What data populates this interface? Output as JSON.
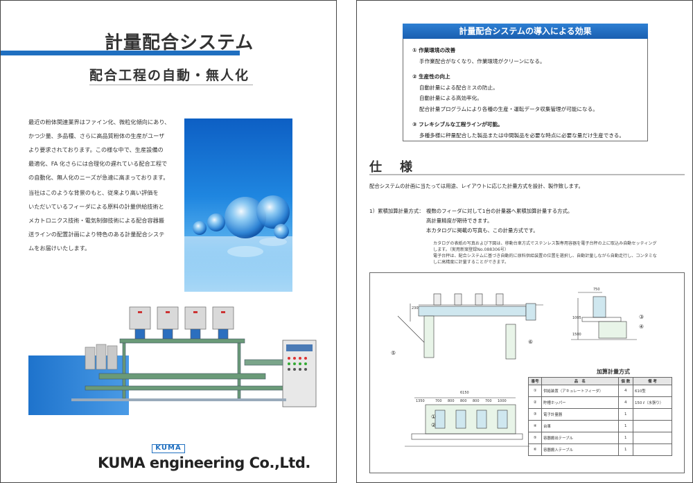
{
  "left_page": {
    "title": "計量配合システム",
    "subtitle": "配合工程の自動・無人化",
    "intro_para1_lines": [
      "最近の粉体関連業界はファイン化、微粒化傾向にあり、",
      "かつ少量、多品種、さらに高品質粉体の生産がユーザ",
      "より要求されております。この様な中で、生産設備の",
      "最適化、FA 化さらには合理化の遅れている配合工程で",
      "の自動化、無人化のニーズが急速に高まっております。"
    ],
    "intro_para2_lines": [
      "当社はこのような背景のもと、従来より高い評価を",
      "いただいているフィーダによる原料の計量供給技術と",
      "メカトロニクス技術・電気制御技術による配合容器搬",
      "送ラインの配置計画により特色のある計量配合システ",
      "ムをお届けいたします。"
    ],
    "logo_mark": "KUMA",
    "logo_full": "KUMA engineering Co.,Ltd."
  },
  "right_page": {
    "effects_title": "計量配合システムの導入による効果",
    "effects": [
      {
        "head": "① 作業環境の改善",
        "lines": [
          "手作業配合がなくなり、作業環境がクリーンになる。"
        ]
      },
      {
        "head": "② 生産性の向上",
        "lines": [
          "自動計量による配合ミスの防止。",
          "自動計量による高効率化。",
          "配合計量プログラムにより各種の生産・運転データ収集管理が可能になる。"
        ]
      },
      {
        "head": "③ フレキシブルな工程ラインが可能。",
        "lines": [
          "多種多様に秤量配合した製品または中間製品を必要な時点に必要な量だけ生産できる。"
        ]
      }
    ],
    "spec_title": "仕　様",
    "spec_intro": "配合システムの計画に当たっては用途、レイアウトに応じた計量方式を設計、製作致します。",
    "method_label": "1）累積加算計量方式：",
    "method_line1": "複数のフィーダに対して1台の計量器へ累積加算計量する方式。",
    "method_line2": "高計量精度が期待できます。",
    "method_line3": "本カタログに掲載の写真も、この計量方式です。",
    "note_lines": [
      "カタログの表紙の写真および下図は、移動台車方式でステンレス製専用容器を電子台秤の上に取込み自動セッティング",
      "します。（実用新案登録No.088306号）",
      "電子台秤は、配合システムに基づき自動的に原料供給装置の位置を選択し、自動計量しながら自動走行し、コンタミな",
      "しに高精度に計量することができます。"
    ],
    "drawing": {
      "dim_top": "750",
      "dim_230": "230",
      "dim_1005": "1005",
      "dim_1500": "1500",
      "dim_total": "6150",
      "dim_segments": [
        "1350",
        "700",
        "800",
        "800",
        "800",
        "700",
        "1000"
      ],
      "callouts": [
        "①",
        "②",
        "③",
        "④",
        "⑤",
        "⑥"
      ]
    },
    "table": {
      "title": "加算計量方式",
      "headers": [
        "番号",
        "品　名",
        "個 数",
        "備 考"
      ],
      "rows": [
        [
          "①",
          "供給装置（アキュレートフィーダ）",
          "4",
          "610型"
        ],
        [
          "②",
          "貯槽ホッパー",
          "4",
          "150 ℓ（水張り）"
        ],
        [
          "③",
          "電子計量器",
          "1",
          ""
        ],
        [
          "④",
          "台車",
          "1",
          ""
        ],
        [
          "⑤",
          "容器搬出テーブル",
          "1",
          ""
        ],
        [
          "⑥",
          "容器搬入テーブル",
          "1",
          ""
        ]
      ]
    }
  }
}
